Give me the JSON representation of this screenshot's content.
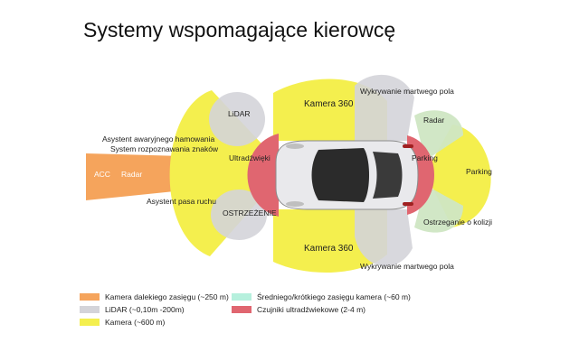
{
  "title": "Systemy wspomagające kierowcę",
  "colors": {
    "long_range": "#f5a45c",
    "lidar": "#d4d4d9",
    "camera": "#f4ef4e",
    "mid_range": "#b6f0dd",
    "ultrasonic": "#e06670",
    "radar_side": "#cfe6c3"
  },
  "labels": {
    "acc": "ACC",
    "radar_front": "Radar",
    "emergency_braking": "Asystent awaryjnego hamowania",
    "sign_recognition": "System rozpoznawania znaków",
    "lane_assist": "Asystent pasa ruchu",
    "lidar": "LiDAR",
    "ultrasonic": "Ultradźwięki",
    "warning": "OSTRZEŻENIE",
    "camera_front": "Kamera 360",
    "blind_spot_top": "Wykrywanie martwego pola",
    "camera_rear": "Kamera 360",
    "blind_spot_bottom": "Wykrywanie martwego pola",
    "radar_rear": "Radar",
    "parking_near": "Parking",
    "parking_far": "Parking",
    "collision_warning": "Ostrzeganie o kolizji"
  },
  "legend": [
    {
      "label": "Kamera dalekiego zasięgu (~250 m)",
      "color": "#f5a45c"
    },
    {
      "label": "LiDAR (~0,10m -200m)",
      "color": "#d4d4d9"
    },
    {
      "label": "Kamera (~600 m)",
      "color": "#f4ef4e"
    },
    {
      "label": "Średniego/krótkiego zasięgu kamera (~60 m)",
      "color": "#b6f0dd"
    },
    {
      "label": "Czujniki ultradźwiekowe (2-4 m)",
      "color": "#e06670"
    }
  ]
}
